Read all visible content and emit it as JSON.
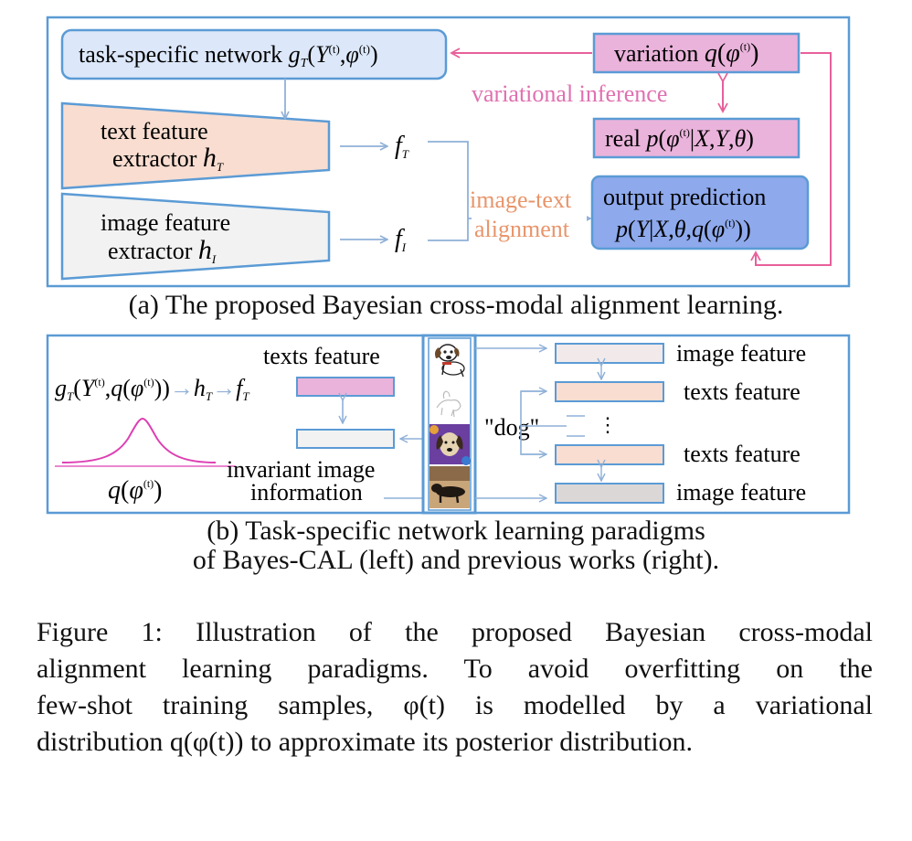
{
  "panel_a": {
    "task_network": "task-specific network ",
    "text_extractor": [
      "text feature",
      "extractor "
    ],
    "image_extractor": [
      "image feature",
      "extractor "
    ],
    "f_text": "f",
    "f_text_sub": "T",
    "f_image": "f",
    "f_image_sub": "I",
    "variation": "variation ",
    "variational_inference": "variational inference",
    "real": "real ",
    "alignment": [
      "image-text",
      "alignment"
    ],
    "output_prediction": "output prediction",
    "caption": "(a) The proposed Bayesian cross-modal alignment learning."
  },
  "panel_b": {
    "texts_feature_left": "texts feature",
    "invariant": [
      "invariant image",
      "information"
    ],
    "dog": "\"dog\"",
    "ellipsis": "⋮",
    "right_labels": [
      "image feature",
      "texts feature",
      "texts feature",
      "image feature"
    ],
    "caption": [
      "(b) Task-specific network learning paradigms",
      "of Bayes-CAL (left) and previous works (right)."
    ]
  },
  "colors": {
    "frame": "#5b9bd5",
    "blue_fill": "#dce8fa",
    "orange_fill": "#f8ddd0",
    "grey_fill": "#f2f2f2",
    "pink_fill": "#eab3db",
    "pink_line": "#e8609a",
    "purple_fill": "#8ea9ec",
    "orange_text": "#e8956b",
    "pink_text": "#e070b0",
    "curve": "#dd3fb3"
  },
  "figure_caption": {
    "label": "Figure 1: ",
    "lines": [
      "Illustration of the proposed Bayesian cross-modal",
      "alignment learning paradigms. To avoid overfitting on the",
      "few-shot training samples, φ(t) is modelled by a variational",
      "distribution q(φ(t)) to approximate its posterior distribution."
    ]
  }
}
